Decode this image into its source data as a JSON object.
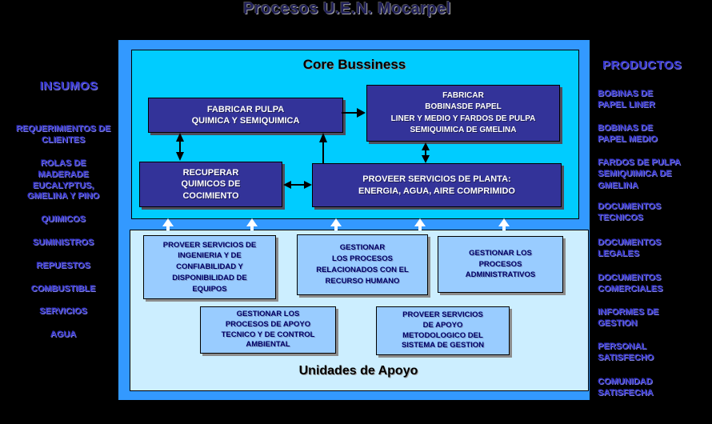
{
  "title": "Procesos U.E.N. Mocarpel",
  "colors": {
    "background": "#000000",
    "panel_blue": "#3399ff",
    "core_cyan": "#00ccff",
    "process_box": "#333399",
    "process_text": "#ffffff",
    "support_area": "#cceeff",
    "support_box": "#99ccff",
    "support_text": "#000066",
    "side_text": "#3333cc"
  },
  "insumos": {
    "heading": "INSUMOS",
    "items": [
      "REQUERIMIENTOS DE\nCLIENTES",
      "ROLAS DE\nMADERADE\nEUCALYPTUS,\nGMELINA Y PINO",
      "QUIMICOS",
      "SUMINISTROS",
      "REPUESTOS",
      "COMBUSTIBLE",
      "SERVICIOS",
      "AGUA"
    ]
  },
  "productos": {
    "heading": "PRODUCTOS",
    "items": [
      "BOBINAS DE\nPAPEL LINER",
      "BOBINAS DE\nPAPEL MEDIO",
      "FARDOS DE PULPA\nSEMIQUIMICA DE\nGMELINA",
      "DOCUMENTOS\nTECNICOS",
      "DOCUMENTOS\nLEGALES",
      "DOCUMENTOS\nCOMERCIALES",
      "INFORMES DE\nGESTION",
      "PERSONAL\nSATISFECHO",
      "COMUNIDAD\nSATISFECHA"
    ]
  },
  "core": {
    "title": "Core Bussiness",
    "boxes": [
      "FABRICAR PULPA\nQUIMICA Y SEMIQUIMICA",
      "FABRICAR\nBOBINASDE PAPEL\nLINER Y MEDIO Y FARDOS DE PULPA\nSEMIQUIMICA DE GMELINA",
      "RECUPERAR\nQUIMICOS DE\nCOCIMIENTO",
      "PROVEER SERVICIOS DE PLANTA:\nENERGIA, AGUA, AIRE COMPRIMIDO"
    ]
  },
  "apoyo": {
    "title": "Unidades de Apoyo",
    "boxes": [
      "PROVEER SERVICIOS DE\nINGENIERIA Y DE\nCONFIABILIDAD Y\nDISPONIBILIDAD DE\nEQUIPOS",
      "GESTIONAR\nLOS PROCESOS\nRELACIONADOS CON EL\nRECURSO HUMANO",
      "GESTIONAR LOS\nPROCESOS\nADMINISTRATIVOS",
      "GESTIONAR LOS\nPROCESOS DE APOYO\nTECNICO Y DE CONTROL\nAMBIENTAL",
      "PROVEER SERVICIOS\nDE APOYO\nMETODOLOGICO DEL\nSISTEMA DE GESTION"
    ]
  }
}
